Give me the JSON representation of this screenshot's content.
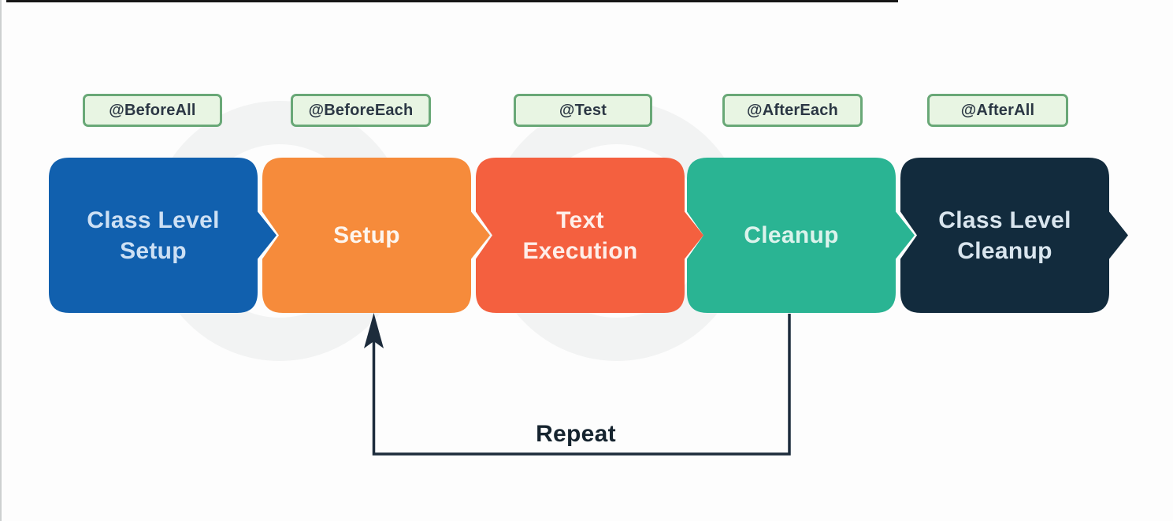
{
  "theme": {
    "background": "#fdfdfd",
    "annotation_bg": "#e8f5e3",
    "annotation_border": "#69a877",
    "annotation_text": "#2b3744",
    "arrow_color": "#1d2c3c",
    "repeat_text_color": "#16242f",
    "top_bar_color": "#161616",
    "edge_line_color": "#cdd0d0",
    "watermark_color": "#f2f3f3"
  },
  "annotations": [
    {
      "label": "@BeforeAll"
    },
    {
      "label": "@BeforeEach"
    },
    {
      "label": "@Test"
    },
    {
      "label": "@AfterEach"
    },
    {
      "label": "@AfterAll"
    }
  ],
  "stages": [
    {
      "line1": "Class Level",
      "line2": "Setup",
      "color": "#1160ae",
      "text_color": "#cde0f4"
    },
    {
      "line1": "Setup",
      "line2": "",
      "color": "#f68b3b",
      "text_color": "#fdf5ee"
    },
    {
      "line1": "Text",
      "line2": "Execution",
      "color": "#f4603f",
      "text_color": "#feeee9"
    },
    {
      "line1": "Cleanup",
      "line2": "",
      "color": "#2ab493",
      "text_color": "#dbf3ec"
    },
    {
      "line1": "Class Level",
      "line2": "Cleanup",
      "color": "#122b3d",
      "text_color": "#d9e5ee"
    }
  ],
  "repeat": {
    "label": "Repeat"
  }
}
